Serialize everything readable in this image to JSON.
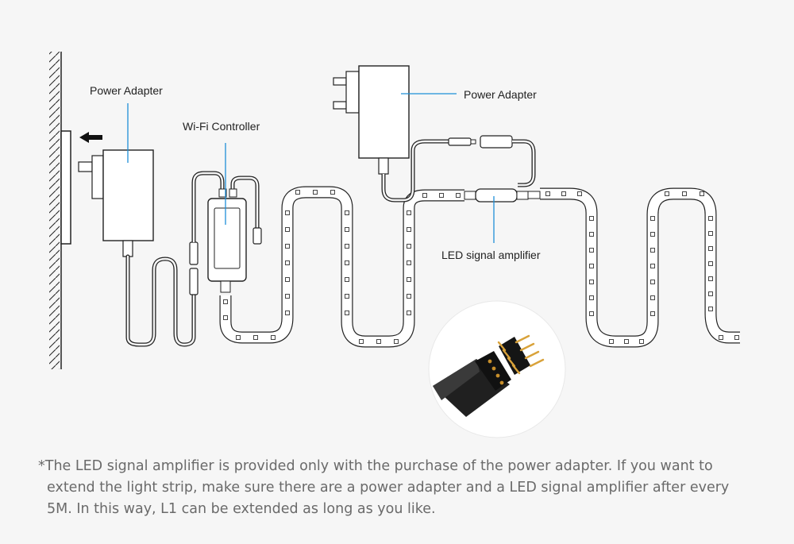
{
  "labels": {
    "power_adapter_left": "Power Adapter",
    "wifi_controller": "Wi-Fi Controller",
    "power_adapter_right": "Power Adapter",
    "signal_amplifier": "LED signal amplifier"
  },
  "footnote": {
    "line1": "*The LED signal amplifier is provided only with the purchase of the power adapter. If you want to",
    "line2": "extend the light strip, make sure there are a power adapter and a LED signal amplifier after every",
    "line3": "5M. In this way, L1 can be extended as long as you like."
  },
  "colors": {
    "background": "#f6f6f6",
    "line": "#222222",
    "callout": "#1e8fd8",
    "connector": "#1a1a1a",
    "footnote_text": "#6a6a6a"
  },
  "icons": [
    "wall-icon",
    "arrow-left-icon",
    "power-plug-icon",
    "connector-zoom-icon"
  ]
}
